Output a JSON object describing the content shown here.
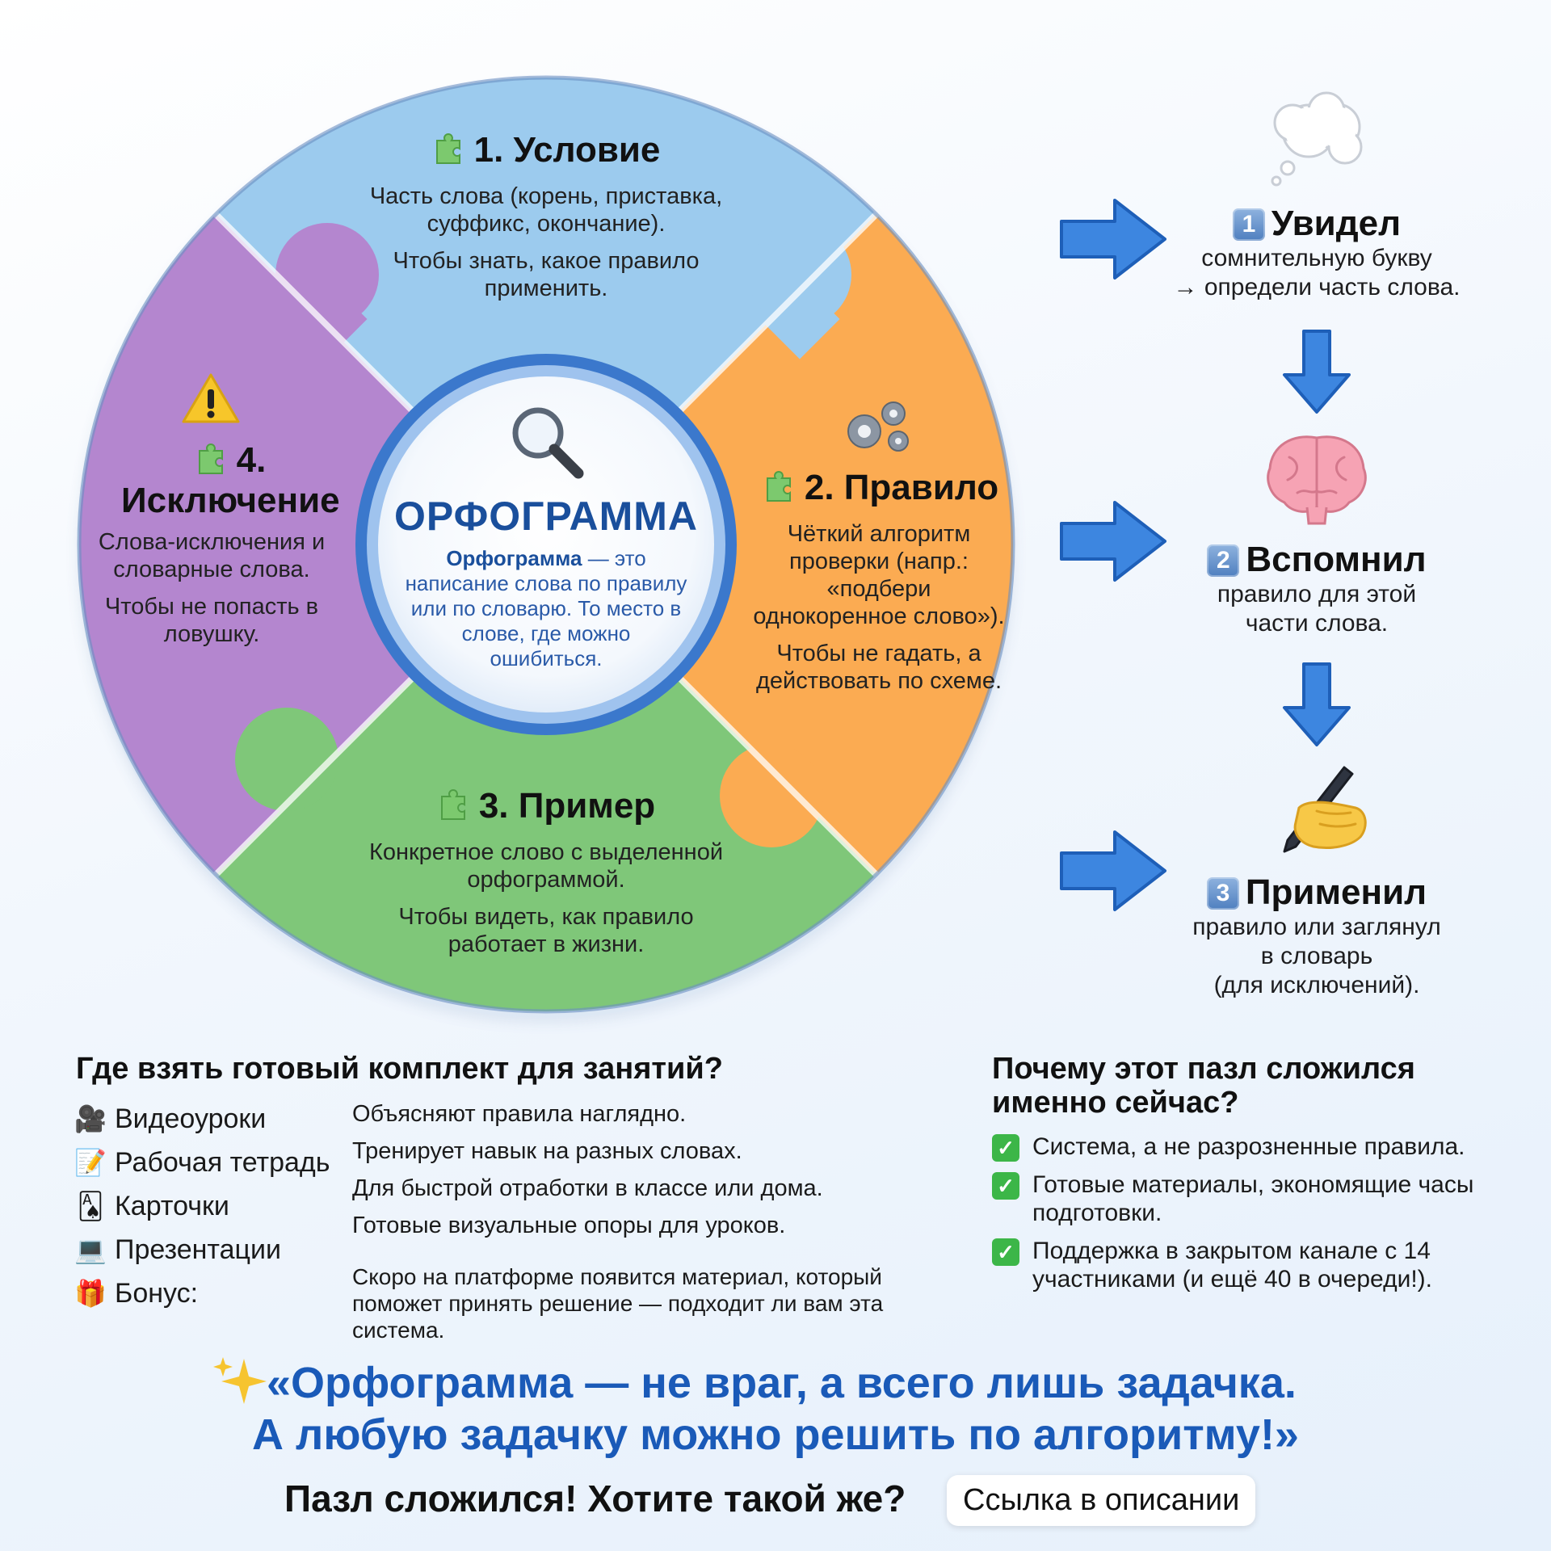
{
  "colors": {
    "condition": "#9ccbee",
    "rule": "#fbab52",
    "example": "#7fc779",
    "exception": "#b486cf",
    "center_ring": "#3b78cc",
    "accent_blue": "#1a5ab8",
    "arrow_blue": "#3d86e0"
  },
  "icons": {
    "puzzle": "puzzle-piece-icon",
    "magnifier": "magnifier-icon",
    "warning": "warning-icon",
    "gears": "gears-icon",
    "thought": "thought-bubble-icon",
    "brain": "brain-icon",
    "pen": "writing-hand-icon"
  },
  "puzzle": {
    "condition": {
      "title": "1. Условие",
      "desc1": "Часть слова (корень, приставка, суффикс, окончание).",
      "desc2": "Чтобы знать, какое правило применить."
    },
    "rule": {
      "title": "2. Правило",
      "desc1": "Чёткий алгоритм проверки (напр.: «подбери однокоренное слово»).",
      "desc2": "Чтобы не гадать, а действовать по схеме."
    },
    "example": {
      "title": "3. Пример",
      "desc1": "Конкретное слово с выделенной орфограммой.",
      "desc2": "Чтобы видеть, как правило работает в жизни."
    },
    "exception": {
      "title_num": "4.",
      "title_word": "Исключение",
      "desc1": "Слова-исключения и словарные слова.",
      "desc2": "Чтобы не попасть в ловушку."
    },
    "center": {
      "title": "ОРФОГРАММА",
      "def_bold": "Орфограмма",
      "def_rest": " — это написание слова по правилу или по словарю. То место в слове, где можно ошибиться."
    }
  },
  "steps": [
    {
      "num": "1",
      "title": "Увидел",
      "line1": "сомнительную букву",
      "line2": "→ определи часть слова."
    },
    {
      "num": "2",
      "title": "Вспомнил",
      "line1": "правило для этой",
      "line2": "части слова."
    },
    {
      "num": "3",
      "title": "Применил",
      "line1": "правило или заглянул",
      "line2": "в словарь",
      "line3": "(для исключений)."
    }
  ],
  "kit": {
    "title": "Где взять готовый комплект для занятий?",
    "items": [
      {
        "icon": "video-camera-icon",
        "glyph": "🎥",
        "label": "Видеоуроки",
        "desc": "Объясняют правила наглядно."
      },
      {
        "icon": "notebook-icon",
        "glyph": "📝",
        "label": "Рабочая тетрадь",
        "desc": "Тренирует навык на разных словах."
      },
      {
        "icon": "cards-icon",
        "glyph": "🂡",
        "label": "Карточки",
        "desc": "Для быстрой отработки в классе или дома."
      },
      {
        "icon": "laptop-icon",
        "glyph": "💻",
        "label": "Презентации",
        "desc": "Готовые визуальные опоры для уроков."
      },
      {
        "icon": "gift-icon",
        "glyph": "🎁",
        "label": "Бонус:",
        "desc": "Скоро на платформе появится материал, который поможет принять решение — подходит ли вам эта система."
      }
    ]
  },
  "why": {
    "title": "Почему этот пазл сложился именно сейчас?",
    "items": [
      "Система, а не разрозненные правила.",
      "Готовые материалы, экономящие часы подготовки.",
      "Поддержка в закрытом канале с 14 участниками (и ещё 40 в очереди!)."
    ]
  },
  "quote": {
    "line1": "«Орфограмма — не враг, а всего лишь задачка.",
    "line2": "А любую задачку можно решить по алгоритму!»"
  },
  "cta": {
    "text": "Пазл сложился! Хотите такой же?",
    "button": "Ссылка в описании"
  }
}
